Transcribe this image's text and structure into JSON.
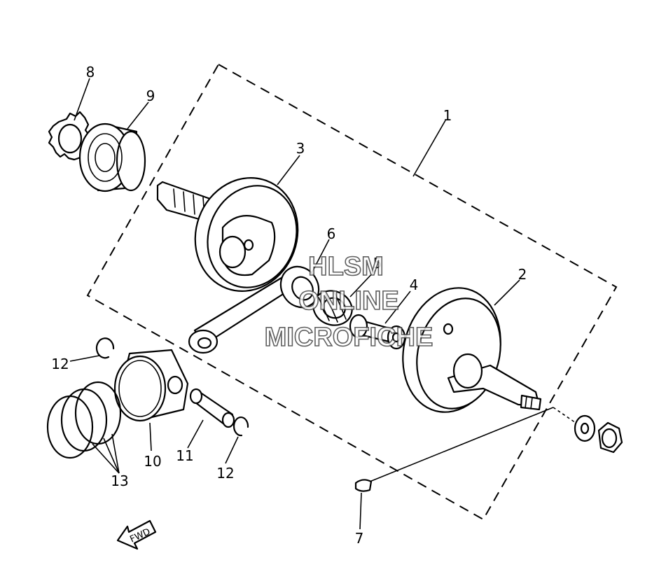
{
  "callouts": [
    {
      "id": "c1",
      "label": "1"
    },
    {
      "id": "c2",
      "label": "2"
    },
    {
      "id": "c3",
      "label": "3"
    },
    {
      "id": "c4",
      "label": "4"
    },
    {
      "id": "c5",
      "label": "5"
    },
    {
      "id": "c6",
      "label": "6"
    },
    {
      "id": "c7",
      "label": "7"
    },
    {
      "id": "c8",
      "label": "8"
    },
    {
      "id": "c9",
      "label": "9"
    },
    {
      "id": "c10",
      "label": "10"
    },
    {
      "id": "c11",
      "label": "11"
    },
    {
      "id": "c12a",
      "label": "12"
    },
    {
      "id": "c12b",
      "label": "12"
    },
    {
      "id": "c13",
      "label": "13"
    }
  ],
  "fwd_arrow": {
    "label": "FWD"
  },
  "watermark": {
    "line1": "HLSM",
    "line2": "ONLINE",
    "line3": "MICROFICHE"
  }
}
